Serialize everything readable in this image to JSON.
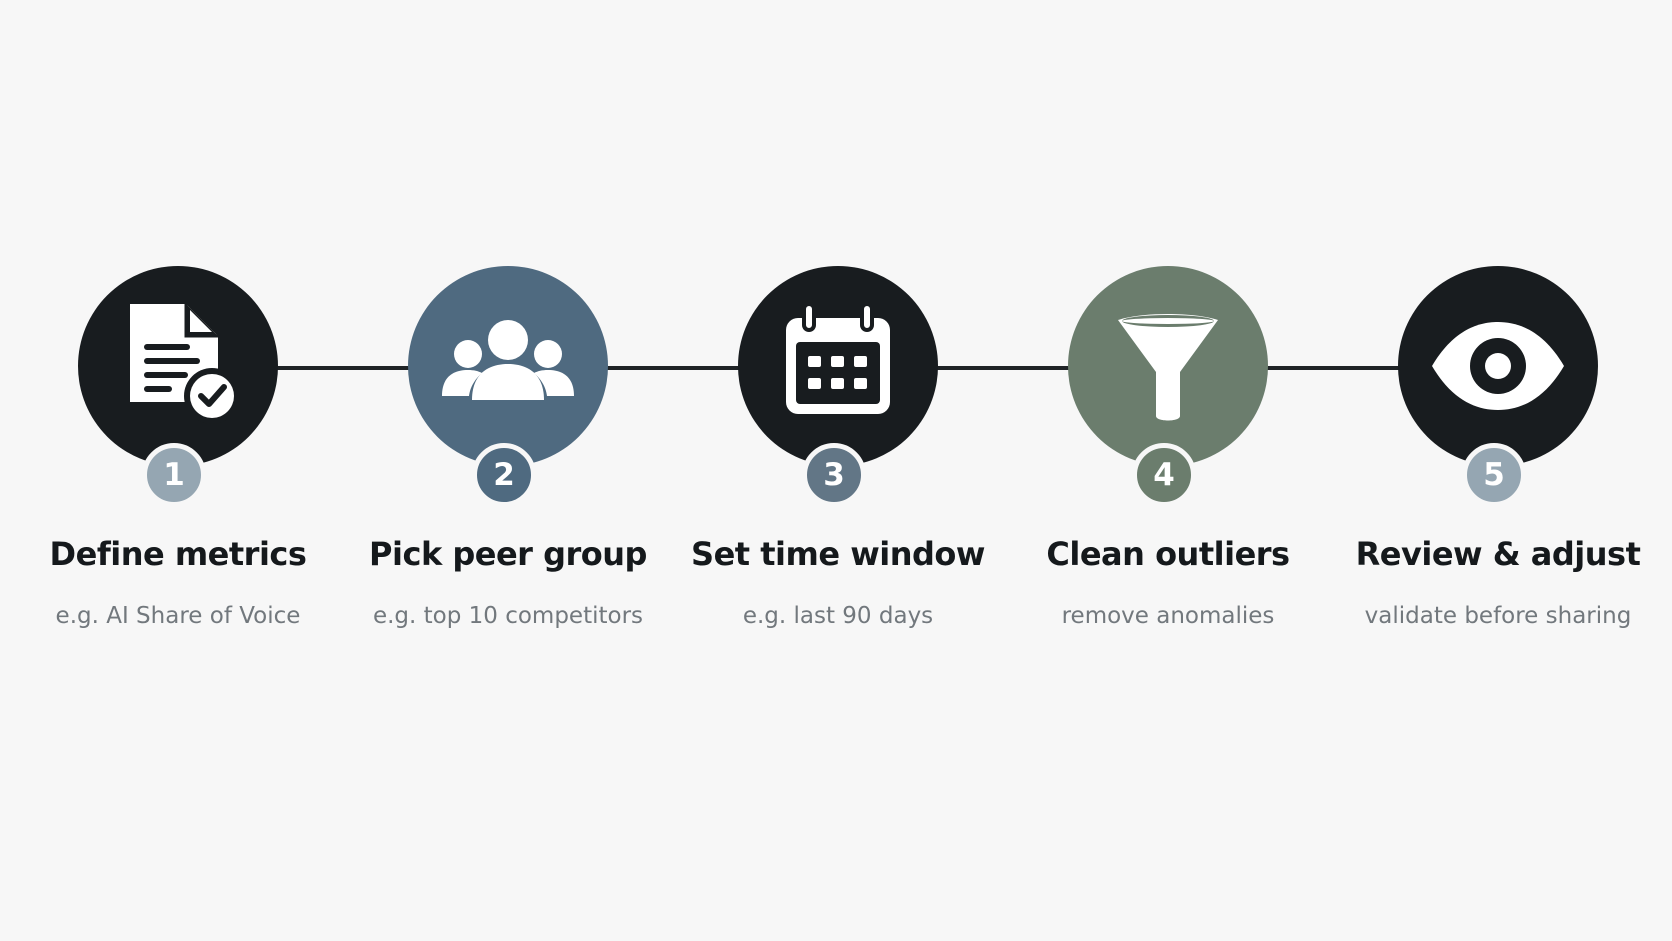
{
  "steps": [
    {
      "number": "1",
      "title": "Define metrics",
      "subtitle": "e.g. AI Share of Voice",
      "icon": "document-check-icon",
      "circle_color": "#181c1f",
      "badge_color": "#95a6b2"
    },
    {
      "number": "2",
      "title": "Pick peer group",
      "subtitle": "e.g. top 10 competitors",
      "icon": "people-group-icon",
      "circle_color": "#4f6a80",
      "badge_color": "#4f6a80"
    },
    {
      "number": "3",
      "title": "Set time window",
      "subtitle": "e.g. last 90 days",
      "icon": "calendar-icon",
      "circle_color": "#181c1f",
      "badge_color": "#627686"
    },
    {
      "number": "4",
      "title": "Clean outliers",
      "subtitle": "remove anomalies",
      "icon": "funnel-icon",
      "circle_color": "#6b7d6d",
      "badge_color": "#6b7d6d"
    },
    {
      "number": "5",
      "title": "Review & adjust",
      "subtitle": "validate before sharing",
      "icon": "eye-icon",
      "circle_color": "#181c1f",
      "badge_color": "#95a6b2"
    }
  ]
}
